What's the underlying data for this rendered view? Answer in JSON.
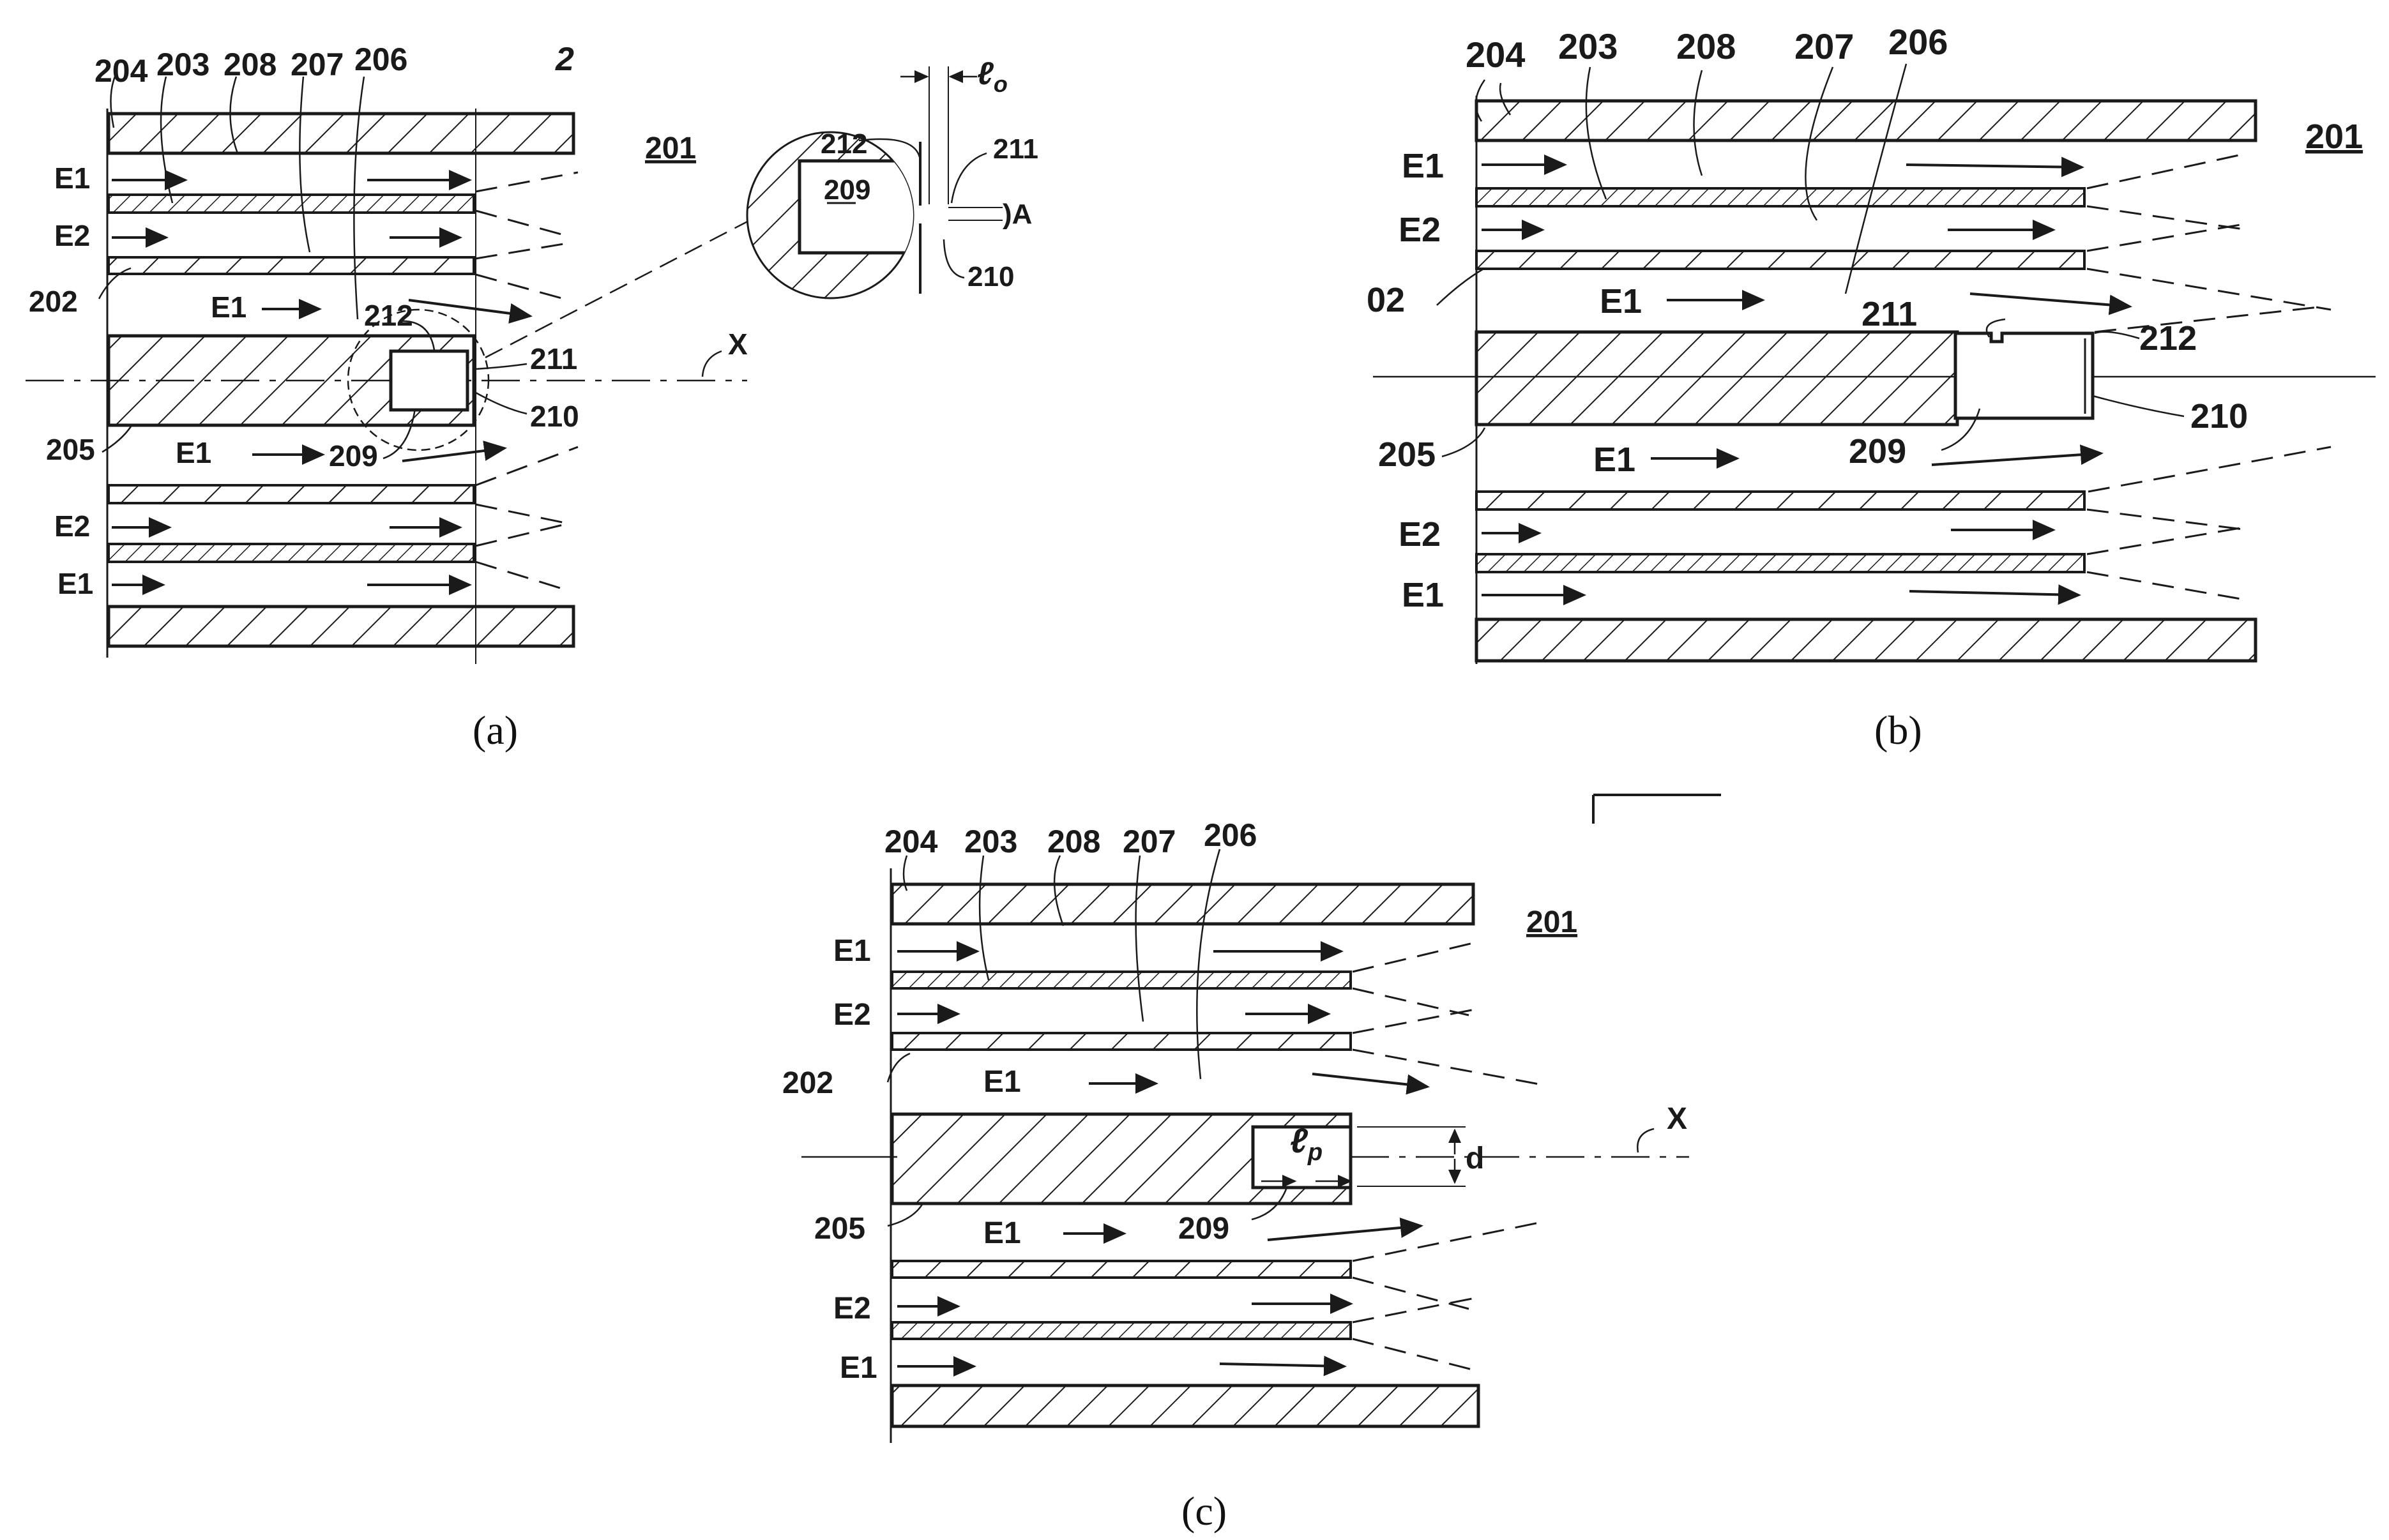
{
  "panels": {
    "a": {
      "caption": "(a)",
      "corner_mark": "2",
      "ref_201": "201",
      "labels": {
        "n204": "204",
        "n203": "203",
        "n208": "208",
        "n207": "207",
        "n206": "206",
        "n202": "202",
        "n205": "205",
        "n212": "212",
        "n211": "211",
        "n210": "210",
        "n209": "209",
        "axis_x": "X"
      },
      "flows": [
        "E1",
        "E2",
        "E1",
        "E1",
        "E2",
        "E1"
      ],
      "detail": {
        "n212": "212",
        "n211": "211",
        "n210": "210",
        "n209": "209",
        "l0_base": "ℓ",
        "l0_sub": "o",
        "a_mark": ")A"
      }
    },
    "b": {
      "caption": "(b)",
      "ref_201": "201",
      "labels": {
        "n204": "204",
        "n203": "203",
        "n208": "208",
        "n207": "207",
        "n206": "206",
        "n202": "02",
        "n205": "205",
        "n211": "211",
        "n212": "212",
        "n210": "210",
        "n209": "209"
      },
      "flows": [
        "E1",
        "E2",
        "E1",
        "E1",
        "E2",
        "E1"
      ]
    },
    "c": {
      "caption": "(c)",
      "ref_201": "201",
      "labels": {
        "n204": "204",
        "n203": "203",
        "n208": "208",
        "n207": "207",
        "n206": "206",
        "n202": "202",
        "n205": "205",
        "n209": "209",
        "axis_x": "X",
        "d": "d",
        "lp_base": "ℓ",
        "lp_sub": "p"
      },
      "flows": [
        "E1",
        "E2",
        "E1",
        "E1",
        "E2",
        "E1"
      ]
    }
  }
}
